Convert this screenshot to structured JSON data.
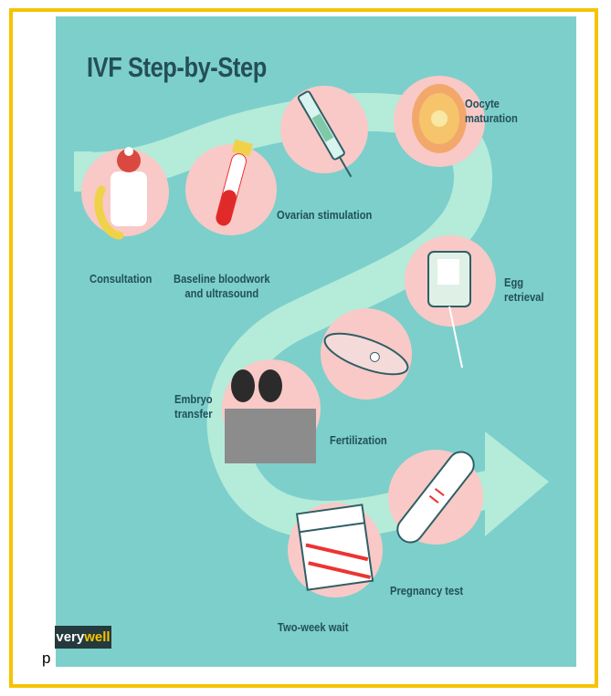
{
  "title": "IVF Step-by-Step",
  "steps": [
    {
      "label": "Consultation"
    },
    {
      "label": "Baseline bloodwork\nand ultrasound"
    },
    {
      "label": "Ovarian stimulation"
    },
    {
      "label": "Oocyte\nmaturation"
    },
    {
      "label": "Egg\nretrieval"
    },
    {
      "label": "Fertilization"
    },
    {
      "label": "Embryo\ntransfer"
    },
    {
      "label": "Two-week wait"
    },
    {
      "label": "Pregnancy test"
    }
  ],
  "footer": {
    "stray_text": "p",
    "logo_part1": "very",
    "logo_part2": "well"
  },
  "colors": {
    "background": "#7dcfcb",
    "path": "#b5ebd9",
    "circle": "#f8c9c6",
    "frame": "#f7c300",
    "text": "#21505b"
  }
}
